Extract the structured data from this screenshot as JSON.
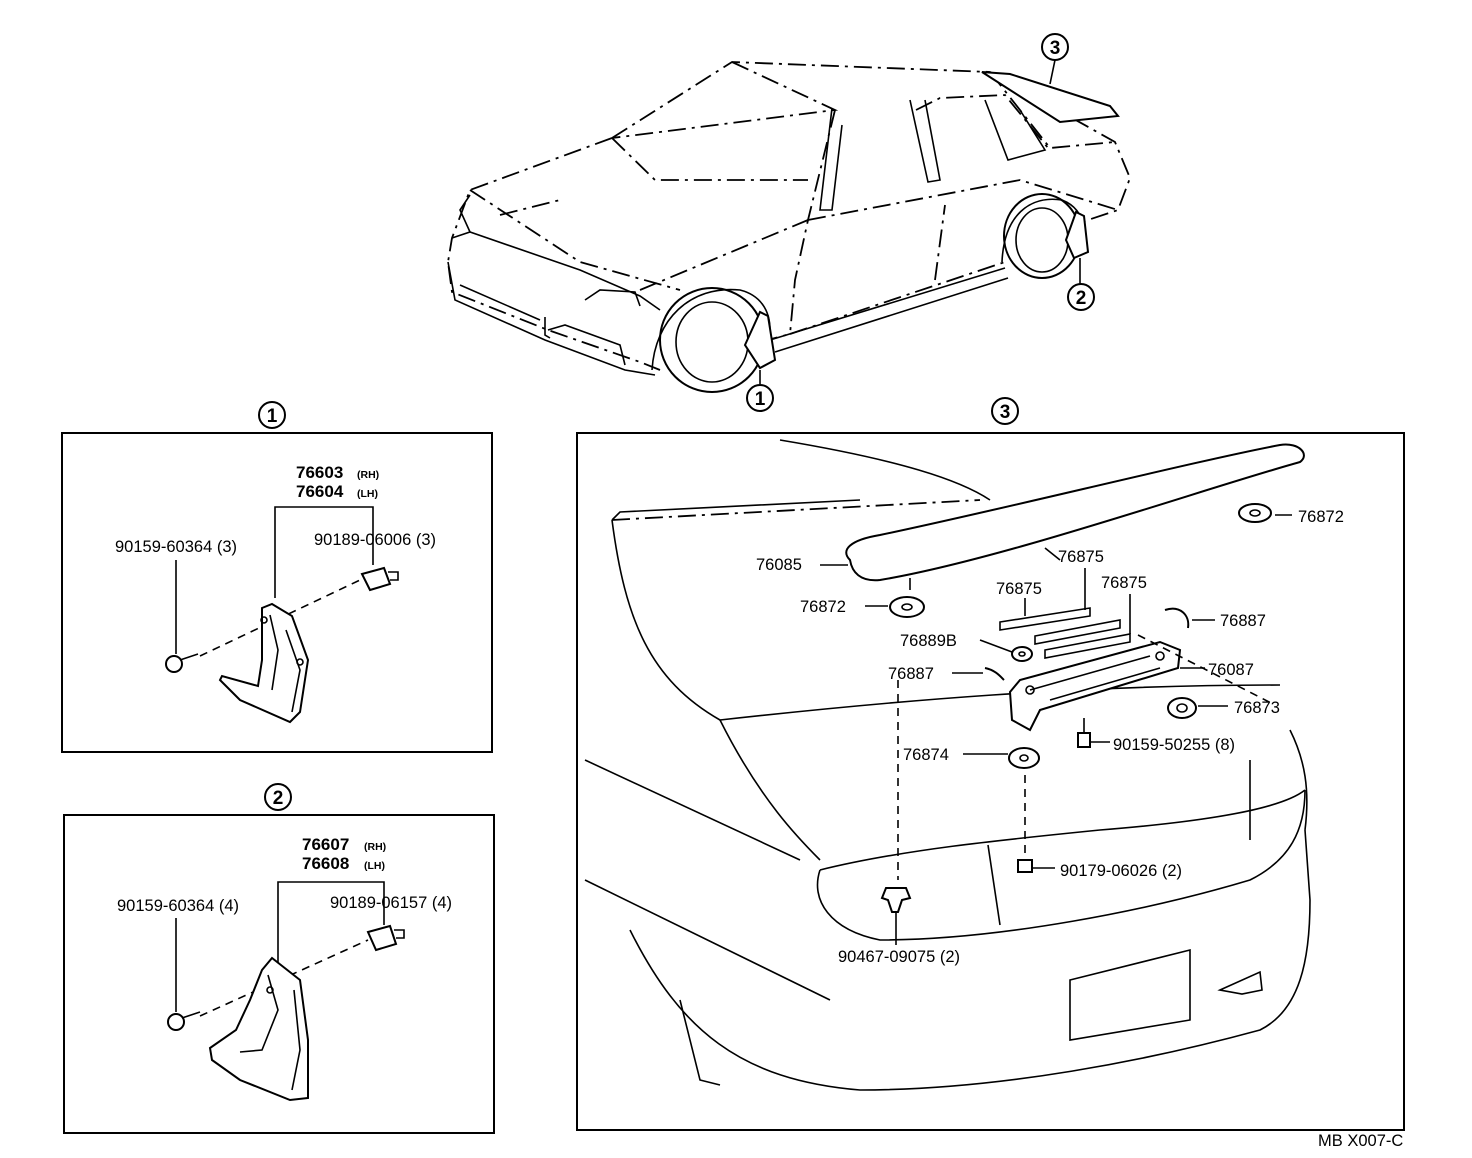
{
  "markers": {
    "front_flap": "1",
    "rear_flap": "2",
    "spoiler": "3"
  },
  "panel1": {
    "flap_rh": "76603",
    "flap_rh_side": "(RH)",
    "flap_lh": "76604",
    "flap_lh_side": "(LH)",
    "screw": "90159-60364  (3)",
    "clip": "90189-06006  (3)"
  },
  "panel2": {
    "flap_rh": "76607",
    "flap_rh_side": "(RH)",
    "flap_lh": "76608",
    "flap_lh_side": "(LH)",
    "screw": "90159-60364  (4)",
    "clip": "90189-06157  (4)"
  },
  "panel3": {
    "spoiler": "76085",
    "pad_left": "76872",
    "pad_right": "76872",
    "tape_top": "76875",
    "tape_left": "76875",
    "tape_right": "76875",
    "seal_left": "76887",
    "seal_right": "76887",
    "washer": "76889B",
    "bracket": "76087",
    "cushion": "76873",
    "gasket": "76874",
    "bolt": "90159-50255  (8)",
    "nut": "90179-06026  (2)",
    "clip": "90467-09075  (2)"
  },
  "drawing_code": "MB  X007-C"
}
